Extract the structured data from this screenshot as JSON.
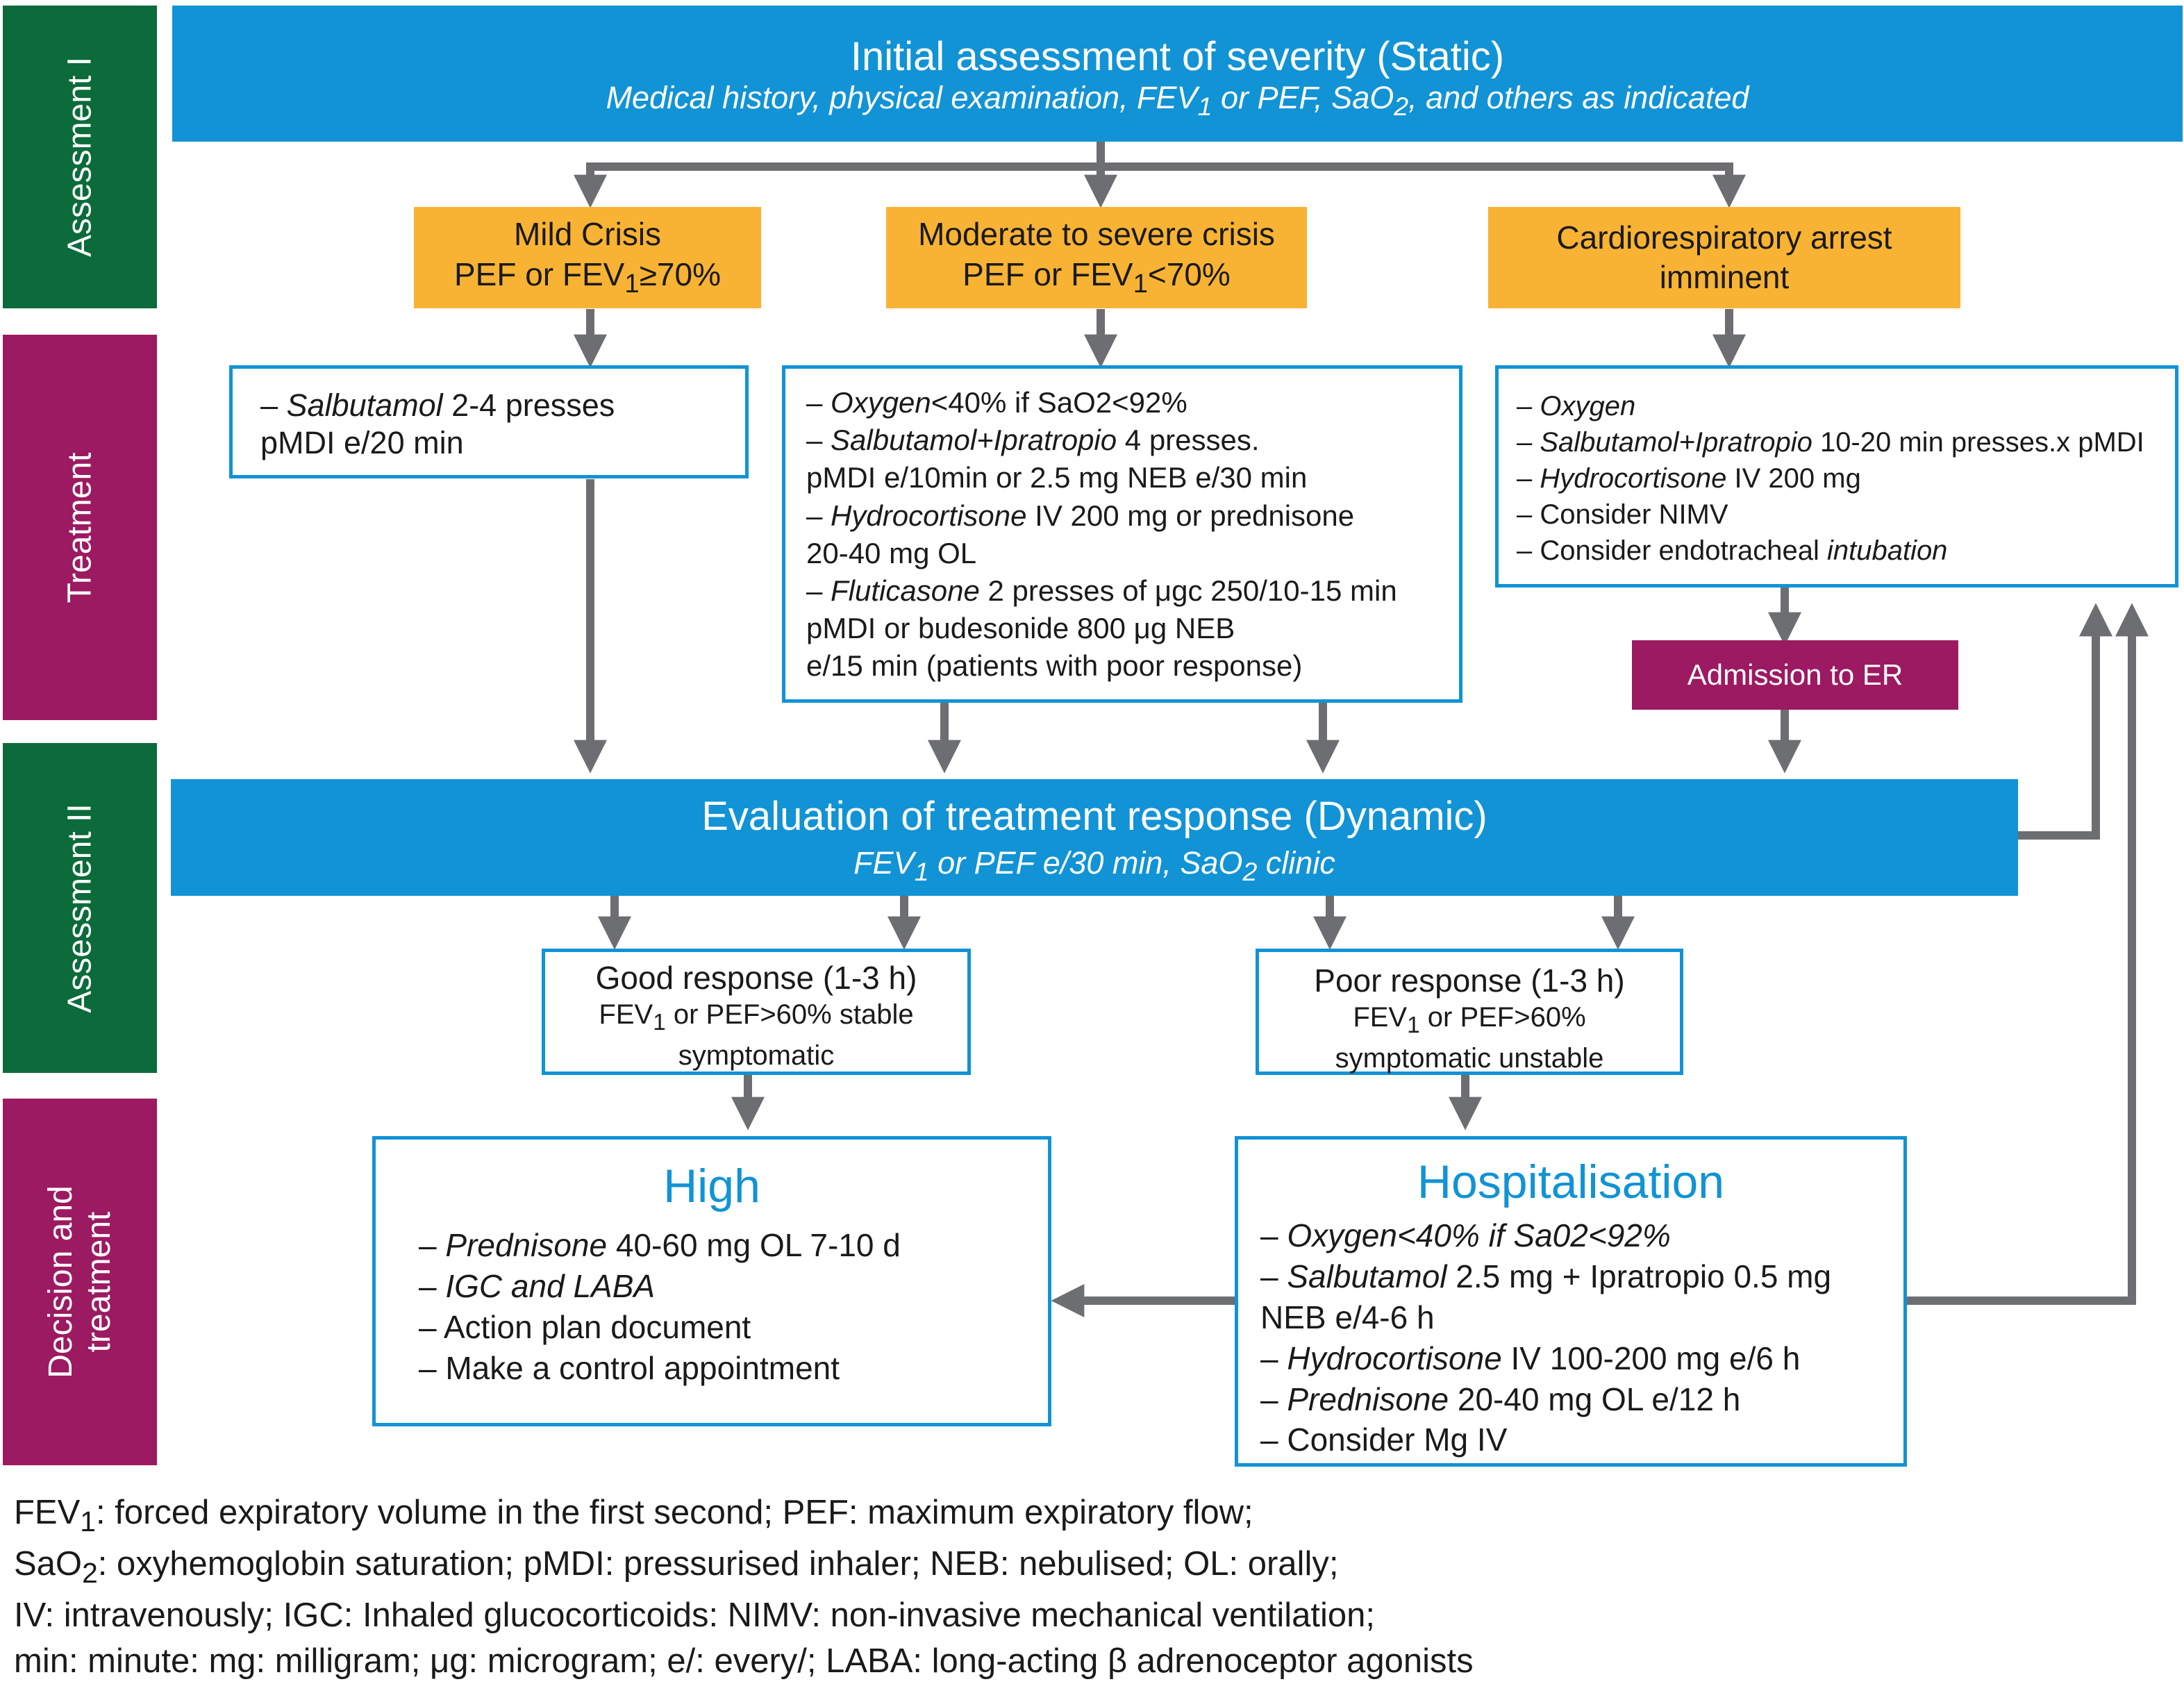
{
  "sidebar": {
    "assessment1": "Assessment I",
    "treatment": "Treatment",
    "assessment2": "Assessment II",
    "decision_line1": "Decision and",
    "decision_line2": "treatment"
  },
  "initial": {
    "title": "Initial assessment of severity (Static)",
    "sub_a": "Medical history, physical examination, FEV",
    "sub_sub1": "1",
    "sub_b": " or PEF, SaO",
    "sub_sub2": "2",
    "sub_c": ", and others as indicated"
  },
  "crisis": {
    "mild_title": "Mild Crisis",
    "mild_a": "PEF or FEV",
    "mild_sub": "1",
    "mild_b": "≥70%",
    "mod_title": "Moderate to severe crisis",
    "mod_a": "PEF or FEV",
    "mod_sub": "1",
    "mod_b": "<70%",
    "arrest_line1": "Cardiorespiratory arrest",
    "arrest_line2": "imminent"
  },
  "treat_mild": {
    "l1_pre": "– ",
    "l1_drug": "Salbutamol",
    "l1_rest": " 2-4 presses",
    "l2": "pMDI e/20 min"
  },
  "treat_mod": {
    "l1_pre": "– ",
    "l1_drug": "Oxygen",
    "l1_rest": "<40% if SaO2<92%",
    "l2_pre": "– ",
    "l2_drug": "Salbutamol+Ipratropio",
    "l2_rest": " 4 presses.",
    "l3": "pMDI e/10min or 2.5 mg NEB e/30 min",
    "l4_pre": "– ",
    "l4_drug": "Hydrocortisone",
    "l4_rest": " IV 200 mg or prednisone",
    "l5": "20-40 mg OL",
    "l6_pre": "– ",
    "l6_drug": "Fluticasone",
    "l6_rest": " 2 presses of μgc 250/10-15 min",
    "l7": "pMDI or budesonide 800 μg NEB",
    "l8": "e/15 min (patients with poor response)"
  },
  "treat_arrest": {
    "l1_pre": "– ",
    "l1_drug": "Oxygen",
    "l2_pre": "– ",
    "l2_drug": "Salbutamol+Ipratropio",
    "l2_rest": " 10-20 min presses.x pMDI",
    "l3_pre": "– ",
    "l3_drug": "Hydrocortisone",
    "l3_rest": " IV 200 mg",
    "l4": "– Consider NIMV",
    "l5_pre": "– Consider endotracheal ",
    "l5_drug": "intubation"
  },
  "admission": "Admission to ER",
  "evaluation": {
    "title": "Evaluation of treatment response (Dynamic)",
    "sub_a": "FEV",
    "sub_sub1": "1",
    "sub_b": " or PEF e/30 min, SaO",
    "sub_sub2": "2",
    "sub_c": " clinic"
  },
  "good": {
    "title": "Good response (1-3 h)",
    "l1_a": "FEV",
    "l1_sub": "1",
    "l1_b": " or PEF>60% stable",
    "l2": "symptomatic"
  },
  "poor": {
    "title": "Poor response (1-3 h)",
    "l1_a": "FEV",
    "l1_sub": "1",
    "l1_b": " or PEF>60%",
    "l2": "symptomatic unstable"
  },
  "high": {
    "title": "High",
    "l1_pre": "– ",
    "l1_drug": "Prednisone",
    "l1_rest": " 40-60 mg OL 7-10 d",
    "l2_pre": "– ",
    "l2_drug": "IGC and LABA",
    "l3": "– Action plan document",
    "l4": "– Make a control appointment"
  },
  "hosp": {
    "title": "Hospitalisation",
    "l1_pre": "– ",
    "l1_drug": "Oxygen<40% if Sa02<92%",
    "l2_pre": "– ",
    "l2_drug": "Salbutamol",
    "l2_rest": " 2.5 mg + Ipratropio 0.5 mg",
    "l3": "NEB e/4-6 h",
    "l4_pre": "– ",
    "l4_drug": "Hydrocortisone",
    "l4_rest": " IV 100-200 mg e/6 h",
    "l5_pre": "– ",
    "l5_drug": "Prednisone",
    "l5_rest": " 20-40 mg OL e/12 h",
    "l6": "– Consider Mg IV"
  },
  "footnote": {
    "l1_a": "FEV",
    "l1_sub": "1",
    "l1_b": ": forced expiratory volume in the first second; PEF: maximum expiratory flow;",
    "l2_a": "SaO",
    "l2_sub": "2",
    "l2_b": ": oxyhemoglobin saturation; pMDI: pressurised inhaler; NEB: nebulised; OL: orally;",
    "l3": "IV: intravenously; IGC: Inhaled glucocorticoids: NIMV: non-invasive mechanical ventilation;",
    "l4": "min: minute: mg: milligram; μg: microgram; e/: every/; LABA: long-acting β adrenoceptor agonists"
  },
  "colors": {
    "blue": "#1193d5",
    "orange": "#f8b334",
    "green": "#0b6b3a",
    "purple": "#9c1a61",
    "arrow": "#6d6e71"
  }
}
